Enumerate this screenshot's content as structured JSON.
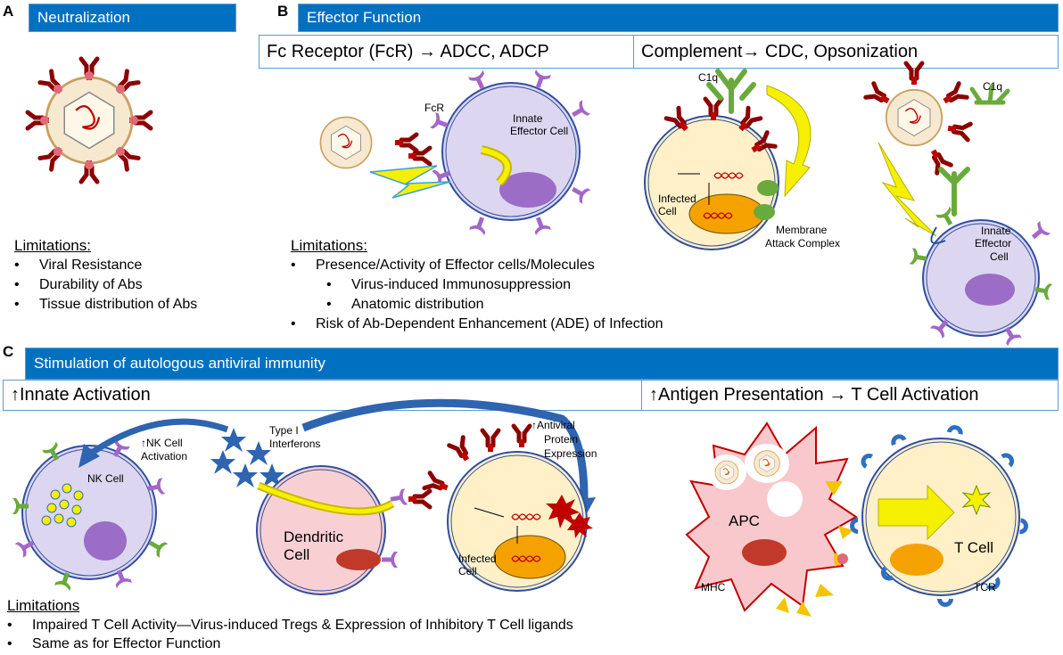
{
  "panel_a": {
    "letter": "A",
    "title": "Neutralization",
    "limitations_title": "Limitations:",
    "limitations": [
      "Viral Resistance",
      "Durability of Abs",
      "Tissue distribution of Abs"
    ]
  },
  "panel_b": {
    "letter": "B",
    "title": "Effector Function",
    "fc_header": "Fc Receptor (FcR) → ADCC, ADCP",
    "complement_header": "Complement→ CDC, Opsonization",
    "labels": {
      "fcr": "FcR",
      "innate_effector_1": "Innate",
      "innate_effector_2": "Effector Cell",
      "c1q_left": "C1q",
      "c1q_right": "C1q",
      "infected_1": "Infected",
      "infected_2": "Cell",
      "mac_1": "Membrane",
      "mac_2": "Attack Complex",
      "innate_r1": "Innate",
      "innate_r2": "Effector",
      "innate_r3": "Cell"
    },
    "limitations_title": "Limitations:",
    "limitations": [
      "Presence/Activity of Effector cells/Molecules",
      "Virus-induced Immunosuppression",
      "Anatomic distribution",
      "Risk of Ab-Dependent Enhancement (ADE) of Infection"
    ]
  },
  "panel_c": {
    "letter": "C",
    "title": "Stimulation of autologous antiviral immunity",
    "innate_header": "↑Innate Activation",
    "antigen_header": "↑Antigen Presentation → T Cell Activation",
    "labels": {
      "nk_activation_1": "↑NK Cell",
      "nk_activation_2": "Activation",
      "nk_cell": "NK Cell",
      "ifn_1": "Type I",
      "ifn_2": "Interferons",
      "antiviral_1": "↑Antiviral",
      "antiviral_2": "Protein",
      "antiviral_3": "Expression",
      "dendritic_1": "Dendritic",
      "dendritic_2": "Cell",
      "infected_1": "Infected",
      "infected_2": "Cell",
      "apc": "APC",
      "mhc": "MHC",
      "tcell": "T Cell",
      "tcr": "TCR"
    },
    "limitations_title": "Limitations",
    "limitations": [
      "Impaired T Cell Activity—Virus-induced Tregs & Expression of Inhibitory T Cell ligands",
      "Same as for Effector Function"
    ]
  },
  "colors": {
    "header_blue": "#0070c0",
    "border_blue": "#5b9bd5",
    "effector_cell": "#dcd6f0",
    "nucleus_purple": "#9b6dc6",
    "infected_cell": "#fff0c8",
    "nucleus_orange": "#f5a200",
    "antibody_red": "#c00000",
    "receptor_purple": "#a466c8",
    "complement_green": "#6aaa3c",
    "dendritic_pink": "#f8d0d4",
    "apc_pink": "#f8c8cc",
    "lightning_yellow": "#f5f000",
    "arrow_blue": "#2e64b0"
  }
}
